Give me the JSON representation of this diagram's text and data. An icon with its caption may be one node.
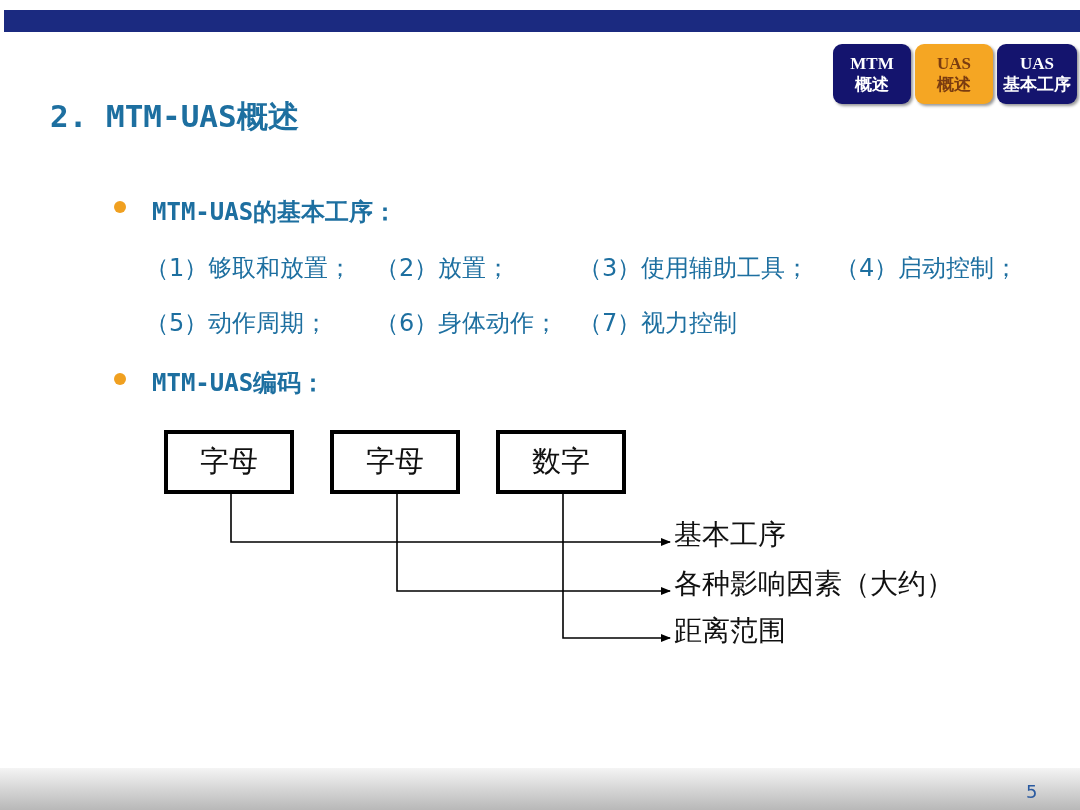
{
  "diagram": {
    "title": "2. MTM-UAS概述",
    "nodes": [
      {
        "text": [
          "MTM概述"
        ]
      },
      {
        "text": [
          "UAS概述"
        ]
      },
      {
        "text": [
          "UAS基本工序"
        ]
      },
      {
        "text": [
          "字母"
        ]
      },
      {
        "text": [
          "字母"
        ]
      },
      {
        "text": [
          "数字"
        ]
      },
      {
        "text": [
          "基本工序"
        ]
      },
      {
        "text": [
          "各种影响因素（大约）"
        ]
      },
      {
        "text": [
          "距离范围"
        ]
      }
    ],
    "edges": [
      {
        "from": 3,
        "to": 6,
        "arrow": "to"
      },
      {
        "from": 4,
        "to": 7,
        "arrow": "to"
      },
      {
        "from": 5,
        "to": 8,
        "arrow": "to"
      }
    ],
    "labels": [
      "MTM-UAS的基本工序：",
      "（1）够取和放置；",
      "（2）放置；",
      "（3）使用辅助工具；",
      "（4）启动控制；",
      "（5）动作周期；",
      "（6）身体动作；",
      "（7）视力控制",
      "MTM-UAS编码：",
      "5"
    ]
  }
}
